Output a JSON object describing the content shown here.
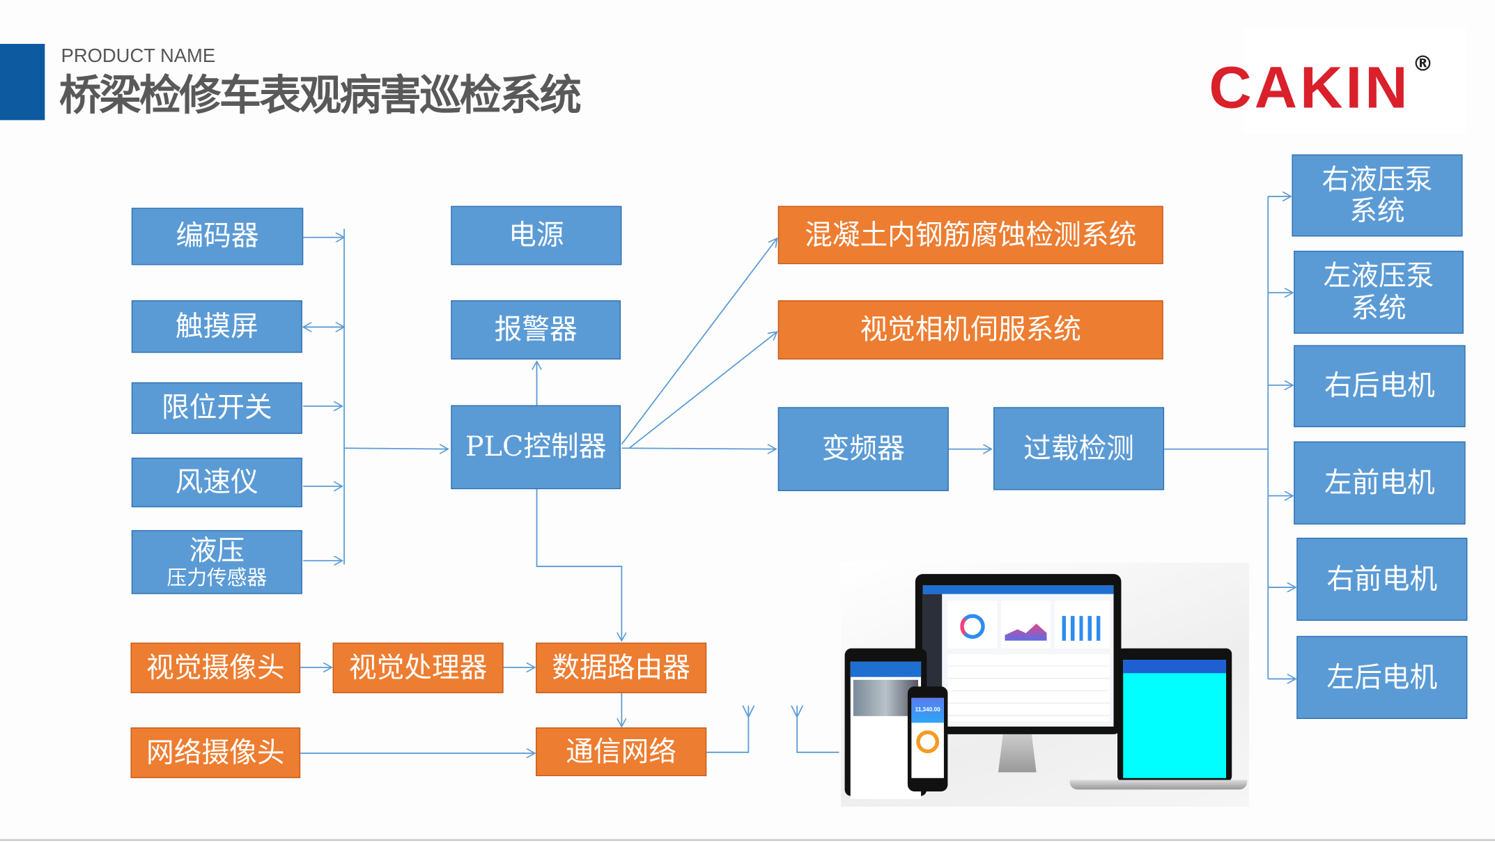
{
  "header": {
    "subtitle": "PRODUCT NAME",
    "title": "桥梁检修车表观病害巡检系统"
  },
  "logo": {
    "text": "CAKIN",
    "mark": "®",
    "color": "#d9202b"
  },
  "colors": {
    "blue_box": "#5b9bd5",
    "orange_box": "#ed7d31",
    "accent_bar": "#0d5aa0",
    "line": "#5b9bd5"
  },
  "inputs": [
    {
      "label": "编码器"
    },
    {
      "label": "触摸屏"
    },
    {
      "label": "限位开关"
    },
    {
      "label": "风速仪"
    },
    {
      "label": "液压",
      "sub": "压力传感器"
    }
  ],
  "center": {
    "power": "电源",
    "alarm": "报警器",
    "plc": "PLC控制器"
  },
  "systems": {
    "concrete": "混凝土内钢筋腐蚀检测系统",
    "camera_servo": "视觉相机伺服系统",
    "inverter": "变频器",
    "overload": "过载检测"
  },
  "outputs": [
    {
      "line1": "右液压泵",
      "line2": "系统"
    },
    {
      "line1": "左液压泵",
      "line2": "系统"
    },
    {
      "line1": "右后电机"
    },
    {
      "line1": "左前电机"
    },
    {
      "line1": "右前电机"
    },
    {
      "line1": "左后电机"
    }
  ],
  "vision": {
    "camera": "视觉摄像头",
    "processor": "视觉处理器",
    "router": "数据路由器",
    "net_camera": "网络摄像头",
    "network": "通信网络"
  },
  "devices": {
    "phone_value": "11,340.00"
  }
}
